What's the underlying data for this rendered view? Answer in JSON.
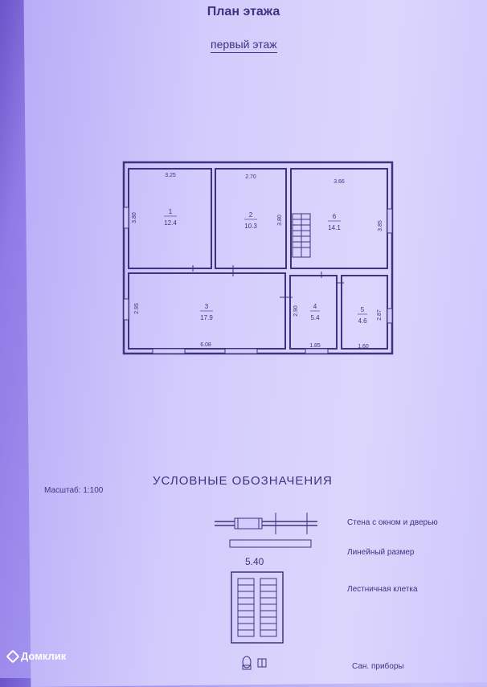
{
  "header": {
    "title": "План этажа",
    "subtitle": "первый этаж"
  },
  "rooms": [
    {
      "number": "1",
      "area": "12.4"
    },
    {
      "number": "2",
      "area": "10.3"
    },
    {
      "number": "3",
      "area": "17.9"
    },
    {
      "number": "4",
      "area": "5.4"
    },
    {
      "number": "5",
      "area": "4.6"
    },
    {
      "number": "6",
      "area": "14.1"
    }
  ],
  "dimensions": {
    "d325": "3.25",
    "d270": "2.70",
    "d366": "3.66",
    "d380a": "3.80",
    "d380b": "3.80",
    "d385": "3.85",
    "d295": "2.95",
    "d290": "2.90",
    "d287": "2.87",
    "d608": "6.08",
    "d185": "1.85",
    "d160": "1.60"
  },
  "legend": {
    "title": "УСЛОВНЫЕ ОБОЗНАЧЕНИЯ",
    "scale": "Масштаб: 1:100",
    "wall": "Стена с окном и дверью",
    "linear_value": "5.40",
    "linear": "Линейный размер",
    "stairs": "Лестничная клетка",
    "sanitary": "Сан. приборы"
  },
  "watermark": "Домклик",
  "colors": {
    "ink": "#3c3480",
    "paper": "#d2cbfc",
    "background": "#8f7be6"
  },
  "icons": [
    "stairs-icon",
    "toilet-icon",
    "sink-icon",
    "house-logo-icon"
  ]
}
